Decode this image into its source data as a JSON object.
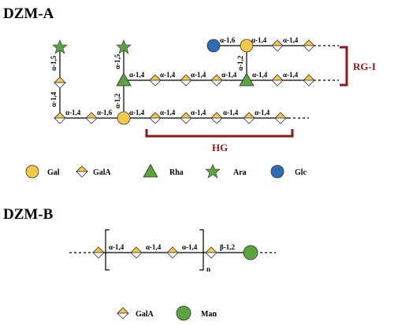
{
  "panel_a": {
    "title": "DZM-A",
    "brackets": {
      "rg": "RG-I",
      "hg": "HG"
    },
    "links": {
      "a15": "α-1,5",
      "a14": "α-1,4",
      "a16": "α-1,6",
      "a12": "α-1,2"
    },
    "legend": [
      {
        "name": "Gal",
        "shape": "circle",
        "color": "#f5c84a"
      },
      {
        "name": "GalA",
        "shape": "half-diamond",
        "color": "#f5c84a"
      },
      {
        "name": "Rha",
        "shape": "triangle",
        "color": "#5aa33e"
      },
      {
        "name": "Ara",
        "shape": "star",
        "color": "#5aa33e"
      },
      {
        "name": "Glc",
        "shape": "circle",
        "color": "#2e6db5"
      }
    ]
  },
  "panel_b": {
    "title": "DZM-B",
    "links": {
      "a14": "α-1,4",
      "b12": "β-1,2"
    },
    "repeat": "n",
    "legend": [
      {
        "name": "GalA",
        "shape": "half-diamond",
        "color": "#f5c84a"
      },
      {
        "name": "Man",
        "shape": "circle",
        "color": "#5aa33e"
      }
    ]
  }
}
